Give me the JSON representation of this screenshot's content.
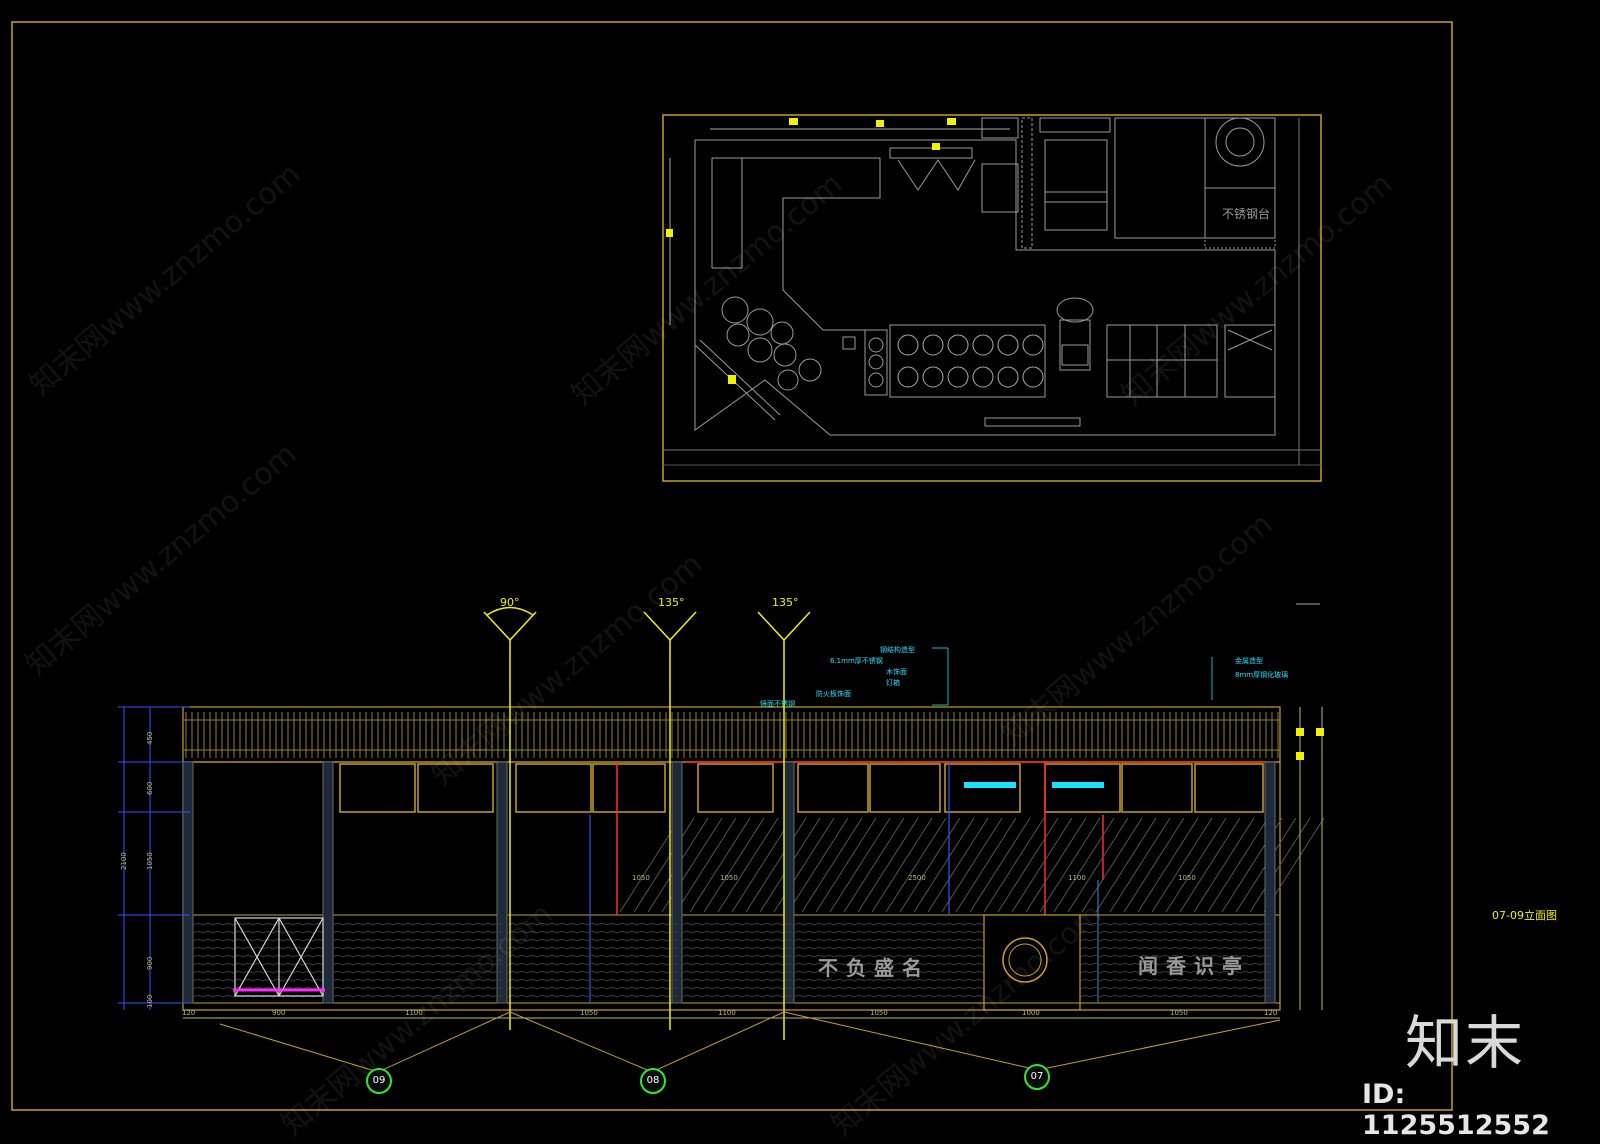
{
  "drawing": {
    "sheet_label": "07-09立面图",
    "angles": [
      "90°",
      "135°",
      "135°"
    ],
    "markers": [
      "09",
      "08",
      "07"
    ],
    "slogan_left": "不负盛名",
    "slogan_right": "闻香识亭",
    "plan_label": "不锈钢台",
    "callout_notes_center": [
      "钢结构造型",
      "6.1mm厚不锈钢",
      "木饰面",
      "灯箱",
      "防火板饰面",
      "镜面不锈钢"
    ],
    "callout_notes_right": [
      "金属造型",
      "8mm厚钢化玻璃"
    ],
    "dimensions_bottom": [
      "120",
      "900",
      "1100",
      "1050",
      "1100",
      "1050",
      "1000",
      "1050",
      "120"
    ],
    "dimensions_left": [
      "450",
      "600",
      "2100",
      "1050",
      "900",
      "100"
    ],
    "dimensions_mid": [
      "1050",
      "2500",
      "1100",
      "1050"
    ]
  },
  "watermark": {
    "text": "知末网www.znzmo.com",
    "brand": "知末",
    "id_text": "ID: 1125512552"
  },
  "colors": {
    "frame": "#c8a020",
    "cad_yellow": "#f2f200",
    "cad_cyan": "#1de0ff",
    "cad_red": "#ff2a2a",
    "cad_blue": "#2a55ff",
    "cad_grey": "#9a9a9a"
  }
}
